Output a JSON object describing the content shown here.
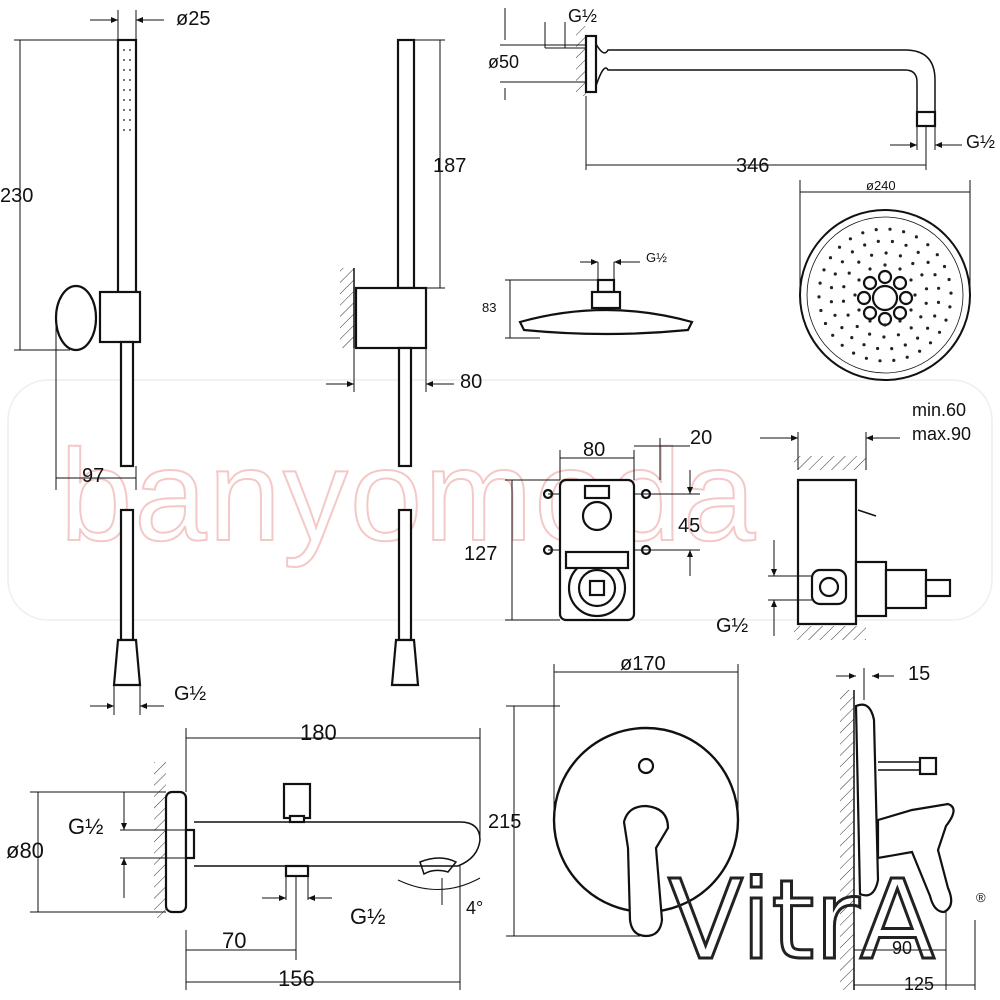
{
  "watermark": "banyomoda",
  "brand": "VitrA",
  "registered": "®",
  "dims": {
    "d25": "ø25",
    "h230": "230",
    "w97": "97",
    "g12_hand": "G½",
    "h187": "187",
    "w80_holder": "80",
    "g12_arm_top": "G½",
    "d50": "ø50",
    "g12_arm_end": "G½",
    "w346": "346",
    "g12_head": "G½",
    "h83": "83",
    "d240": "ø240",
    "min60": "min.60",
    "max90": "max.90",
    "w80_box": "80",
    "w20_box": "20",
    "h45": "45",
    "h127": "127",
    "g12_box": "G½",
    "w180": "180",
    "g12_spout_left": "G½",
    "d80": "ø80",
    "w70": "70",
    "g12_spout_bottom": "G½",
    "angle4": "4°",
    "w156": "156",
    "d170": "ø170",
    "h215": "215",
    "w15": "15",
    "w90": "90",
    "w125": "125"
  }
}
